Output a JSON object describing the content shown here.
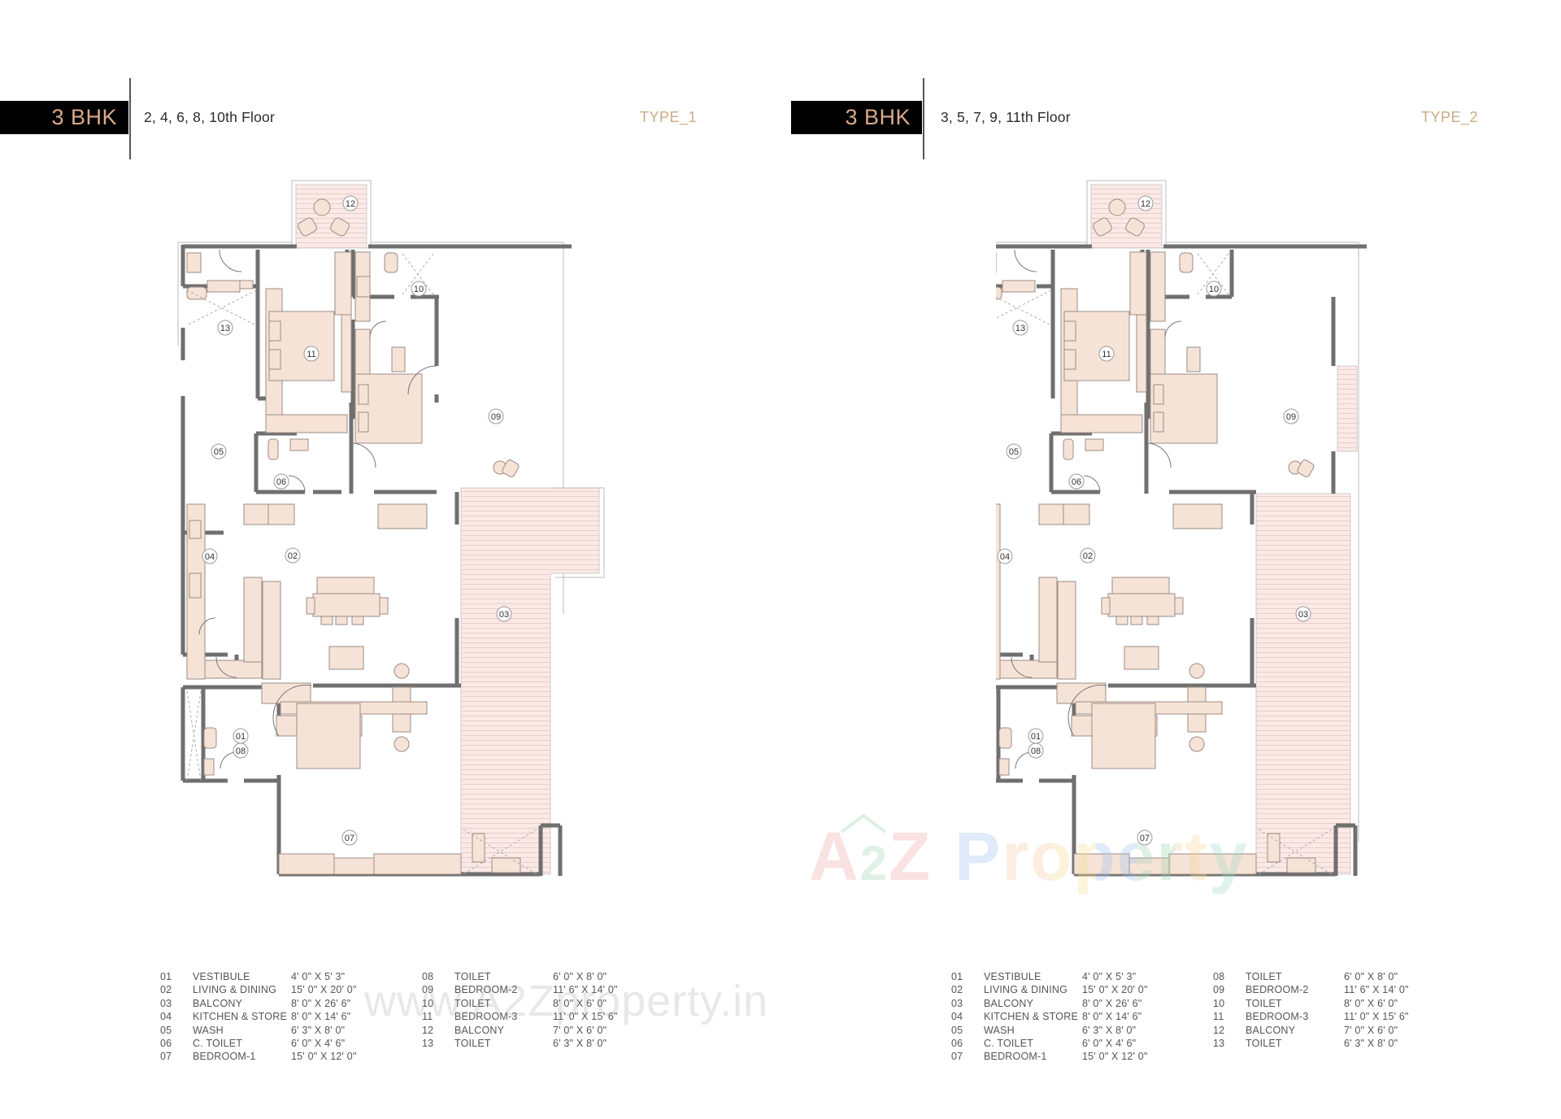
{
  "colors": {
    "header_box": "#000000",
    "header_label": "#d9a98a",
    "type_label": "#c9ab85",
    "wall": "#6f6f6f",
    "furniture_fill": "#f6e3d7",
    "furniture_stroke": "#9b8c84",
    "balcony_fill": "#fbe9e6",
    "balcony_line": "#e2c8c3"
  },
  "panels": [
    {
      "id": "type-1",
      "header": {
        "unit": "3 BHK",
        "floors": "2, 4, 6, 8, 10th Floor",
        "type": "TYPE_1"
      },
      "room_tags": [
        "01",
        "02",
        "03",
        "04",
        "05",
        "06",
        "07",
        "08",
        "09",
        "10",
        "11",
        "12",
        "13"
      ]
    },
    {
      "id": "type-2",
      "header": {
        "unit": "3 BHK",
        "floors": "3, 5, 7, 9, 11th Floor",
        "type": "TYPE_2"
      },
      "room_tags": [
        "01",
        "02",
        "03",
        "04",
        "05",
        "06",
        "07",
        "08",
        "09",
        "10",
        "11",
        "12",
        "13"
      ]
    }
  ],
  "legend": {
    "left": [
      {
        "num": "01",
        "name": "VESTIBULE",
        "dim": "4' 0\" X 5' 3\""
      },
      {
        "num": "02",
        "name": "LIVING & DINING",
        "dim": "15' 0\" X 20' 0\""
      },
      {
        "num": "03",
        "name": "BALCONY",
        "dim": "8' 0\" X 26' 6\""
      },
      {
        "num": "04",
        "name": "KITCHEN & STORE",
        "dim": "8' 0\" X 14' 6\""
      },
      {
        "num": "05",
        "name": "WASH",
        "dim": "6' 3\" X 8' 0\""
      },
      {
        "num": "06",
        "name": "C. TOILET",
        "dim": "6' 0\" X 4' 6\""
      },
      {
        "num": "07",
        "name": "BEDROOM-1",
        "dim": "15' 0\" X 12' 0\""
      }
    ],
    "right": [
      {
        "num": "08",
        "name": "TOILET",
        "dim": "6' 0\" X 8' 0\""
      },
      {
        "num": "09",
        "name": "BEDROOM-2",
        "dim": "11' 6\" X 14' 0\""
      },
      {
        "num": "10",
        "name": "TOILET",
        "dim": "8' 0\" X 6' 0\""
      },
      {
        "num": "11",
        "name": "BEDROOM-3",
        "dim": "11' 0\" X 15' 6\""
      },
      {
        "num": "12",
        "name": "BALCONY",
        "dim": "7' 0\" X 6' 0\""
      },
      {
        "num": "13",
        "name": "TOILET",
        "dim": "6' 3\" X 8' 0\""
      }
    ]
  },
  "watermarks": {
    "url": "www.A2Zproperty.in",
    "logo": {
      "part1": "A",
      "part2": "2",
      "part3": "Z",
      "part4": "Property"
    },
    "logo_colors": [
      "#f2a3a8",
      "#9fd3ad",
      "#f2a3a8",
      "#9ec0f0",
      "#f8c9a4",
      "#f8de8e",
      "#9ec0f0",
      "#9fd3ad",
      "#f8c9a4",
      "#f8de8e",
      "#9fdcc6"
    ]
  }
}
